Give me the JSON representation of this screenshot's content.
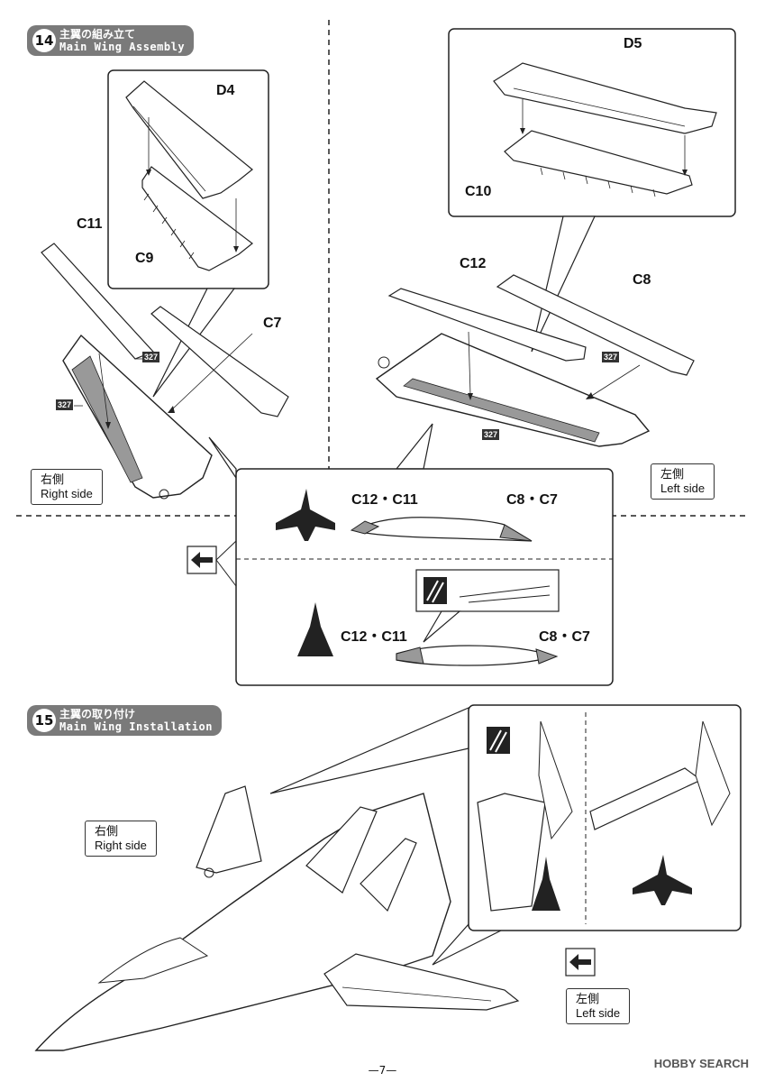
{
  "steps": [
    {
      "number": "14",
      "title_jp": "主翼の組み立て",
      "title_en": "Main Wing Assembly"
    },
    {
      "number": "15",
      "title_jp": "主翼の取り付け",
      "title_en": "Main Wing Installation"
    }
  ],
  "part_labels": {
    "d4": "D4",
    "c9": "C9",
    "c11": "C11",
    "c7": "C7",
    "d5": "D5",
    "c10": "C10",
    "c12": "C12",
    "c8": "C8"
  },
  "paint_code": "327",
  "side_labels": {
    "right_jp": "右側",
    "right_en": "Right side",
    "left_jp": "左側",
    "left_en": "Left side"
  },
  "detail_labels": {
    "front_left": "C12・C11",
    "front_right": "C8・C7",
    "plan_left": "C12・C11",
    "plan_right": "C8・C7"
  },
  "page_number": "—7—",
  "watermark": "HOBBY SEARCH"
}
